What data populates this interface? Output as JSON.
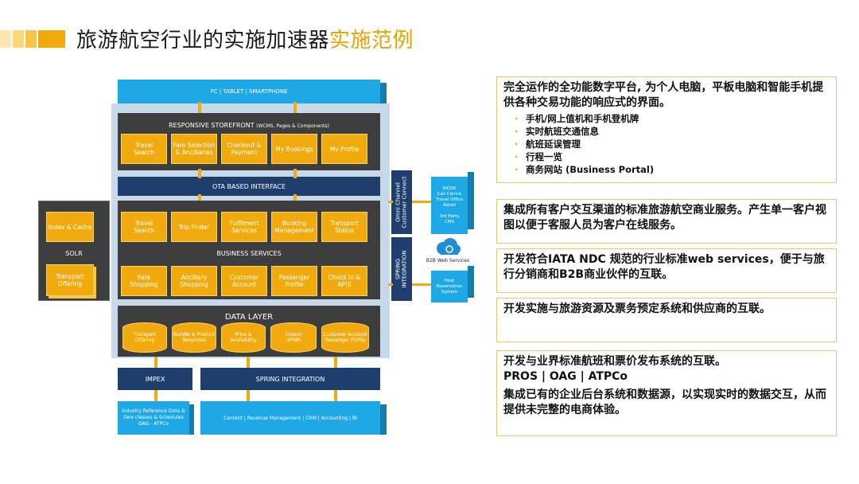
{
  "title": {
    "main": "旅游航空行业的实施加速器",
    "highlight": "实施范例"
  },
  "diagram": {
    "devices": "PC | TABLET | SMARTPHONE",
    "storefront": {
      "header": "RESPONSIVE STOREFRONT",
      "header_note": "(WCMS, Pages & Components)",
      "items": [
        "Travel\nSearch",
        "Fare Selection\n& Ancillaries",
        "Checkout &\nPayment",
        "My Bookings",
        "My Profile"
      ]
    },
    "ota": "OTA BASED INTERFACE",
    "business": {
      "top_items": [
        "Travel\nSearch",
        "Trip Finder",
        "Fulfilment\nServices",
        "Booking\nManagement",
        "Transport\nStatus"
      ],
      "header": "BUSINESS SERVICES",
      "bottom_items": [
        "Fare\nShopping",
        "Ancillary\nShopping",
        "Customer\nAccount",
        "Passenger\nProfile",
        "Check In &\nAPIS"
      ]
    },
    "data_layer": {
      "header": "DATA LAYER",
      "items": [
        "Transport\nOffering",
        "Bundle & Product\nTemplates",
        "Price &\nAvailability",
        "Orders\n-SPNR-",
        "Customer Account\nPassenger Profile"
      ]
    },
    "solr": {
      "top": "Index & Cache",
      "label": "SOLR",
      "bottom": "Transport\nOffering"
    },
    "omni": "Omni Channel\nCustomer Connect",
    "spring_side": "SPRING\nINTEGRATION",
    "kiosk": "KIOSK\nCall Centre\nTravel Office\nRetail\n\n3rd Party\nCMS",
    "b2b": "B2B Web Services",
    "reservation": "Host\nReservation\nSystem",
    "impex": "IMPEX",
    "spring_bottom": "SPRING INTEGRATION",
    "reference": "Industry Reference Data &\nFare classes & Schedules\nOAG - ATPCo",
    "content": "Content | Revenue Management | CRM | Accounting | BI"
  },
  "panel": {
    "box1": {
      "heading": "完全运作的全功能数字平台, 为个人电脑，平板电脑和智能手机提供各种交易功能的响应式的界面。",
      "bullets": [
        "手机/网上值机和手机登机牌",
        "实时航班交通信息",
        "航班延误管理",
        "行程一览",
        "商务网站 (Business Portal)"
      ]
    },
    "box2": "集成所有客户交互渠道的标准旅游航空商业服务。产生单一客户视图以便于客服人员为客户在线服务。",
    "box3": "开发符合IATA NDC 规范的行业标准web services，便于与旅行分销商和B2B商业伙伴的互联。",
    "box4": "开发实施与旅游资源及票务预定系统和供应商的互联。",
    "box5": {
      "line1": "开发与业界标准航班和票价发布系统的互联。",
      "line2": "PROS | OAG | ATPCo",
      "line3": "集成已有的企业后台系统和数据源，以实现实时的数据交互，从而提供未完整的电商体验。"
    }
  },
  "colors": {
    "accent": "#f2ab0f",
    "navy": "#1e3f6e",
    "blue": "#1ea9e6",
    "dark": "#3e3e3e"
  }
}
